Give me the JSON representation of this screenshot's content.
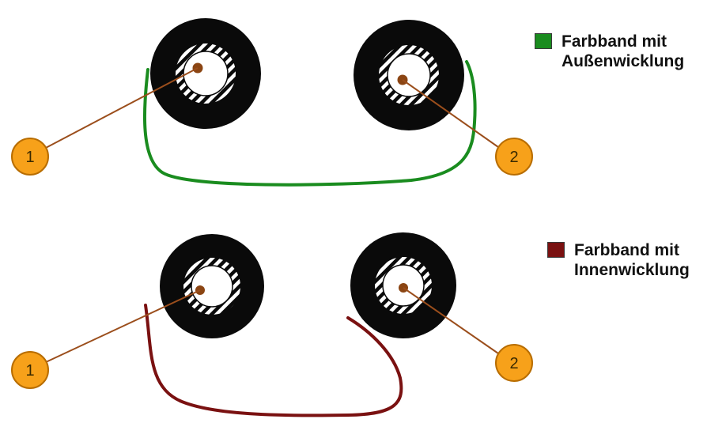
{
  "legend": {
    "outer": {
      "line1": "Farbband mit",
      "line2": "Außenwicklung",
      "color": "#1a8c1f"
    },
    "inner": {
      "line1": "Farbband mit",
      "line2": "Innenwicklung",
      "color": "#7a1111"
    }
  },
  "callouts": {
    "top_left": "1",
    "top_right": "2",
    "bottom_left": "1",
    "bottom_right": "2"
  },
  "colors": {
    "spool": "#0a0a0a",
    "hub_center": "#8b4513",
    "leader": "#9b4e1c",
    "callout_fill": "#f7a11a",
    "callout_stroke": "#b86d00",
    "ribbon_outer": "#1a8c1f",
    "ribbon_inner": "#7a1111"
  }
}
